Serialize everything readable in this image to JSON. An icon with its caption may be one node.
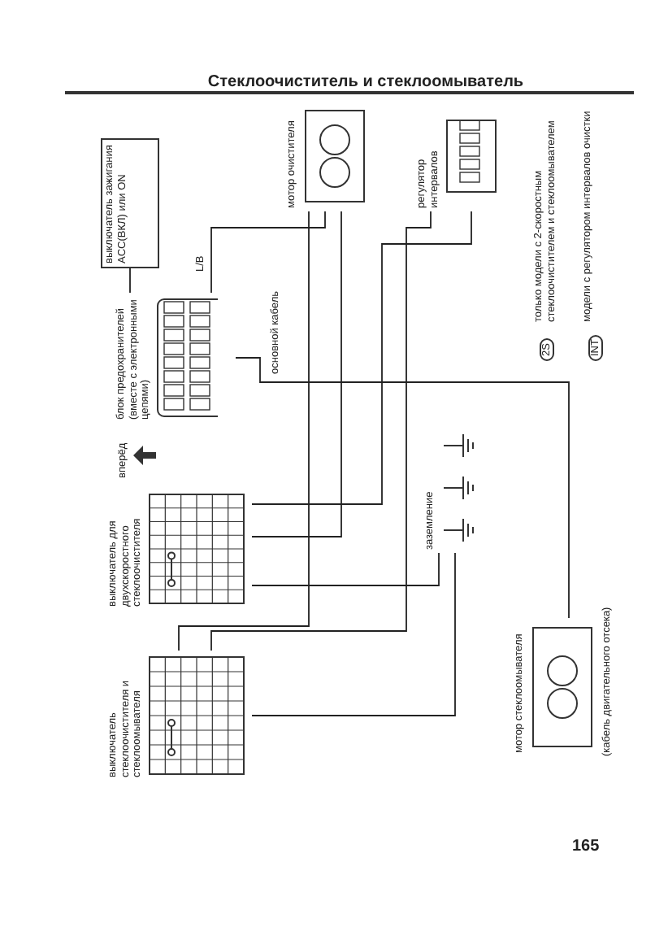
{
  "diagram": {
    "title": "Стеклоочиститель и стеклоомыватель",
    "nodes": [
      {
        "text": [
          "блок предохранителей (вместе с электронными цепями)"
        ]
      },
      {
        "text": [
          "выключатель зажигания ACC(ВКЛ) или ON"
        ]
      },
      {
        "text": [
          "мотор очистителя"
        ]
      },
      {
        "text": [
          "регулятор интервалов"
        ]
      },
      {
        "text": [
          "выключатель стеклоочистителя и стеклоомывателя"
        ]
      },
      {
        "text": [
          "выключатель для двухскоростного стеклоочистителя"
        ]
      },
      {
        "text": [
          "заземление"
        ]
      },
      {
        "text": [
          "мотор стеклоомывателя"
        ],
        "beside": [
          "(кабель двигательного отсека)"
        ]
      }
    ],
    "edges": [
      {
        "from": 1,
        "to": 0,
        "arrow": "none"
      },
      {
        "from": 0,
        "to": 2,
        "arrow": "none",
        "label": "L/B"
      },
      {
        "from": 0,
        "to": 7,
        "arrow": "none"
      },
      {
        "from": 2,
        "to": 4,
        "arrow": "none"
      },
      {
        "from": 2,
        "to": 5,
        "arrow": "none"
      },
      {
        "from": 3,
        "to": 4,
        "arrow": "none"
      },
      {
        "from": 3,
        "to": 5,
        "arrow": "none"
      },
      {
        "from": 4,
        "to": 6,
        "arrow": "none"
      },
      {
        "from": 5,
        "to": 6,
        "arrow": "none"
      }
    ],
    "labels": [
      "основной кабель",
      "вперёд",
      "2S",
      "INT",
      "165"
    ],
    "legend": [
      {
        "text": "только модели с 2-скоростным стеклоочистителем и стеклоомывателем"
      },
      {
        "text": "модели с регулятором интервалов очистки"
      }
    ]
  }
}
